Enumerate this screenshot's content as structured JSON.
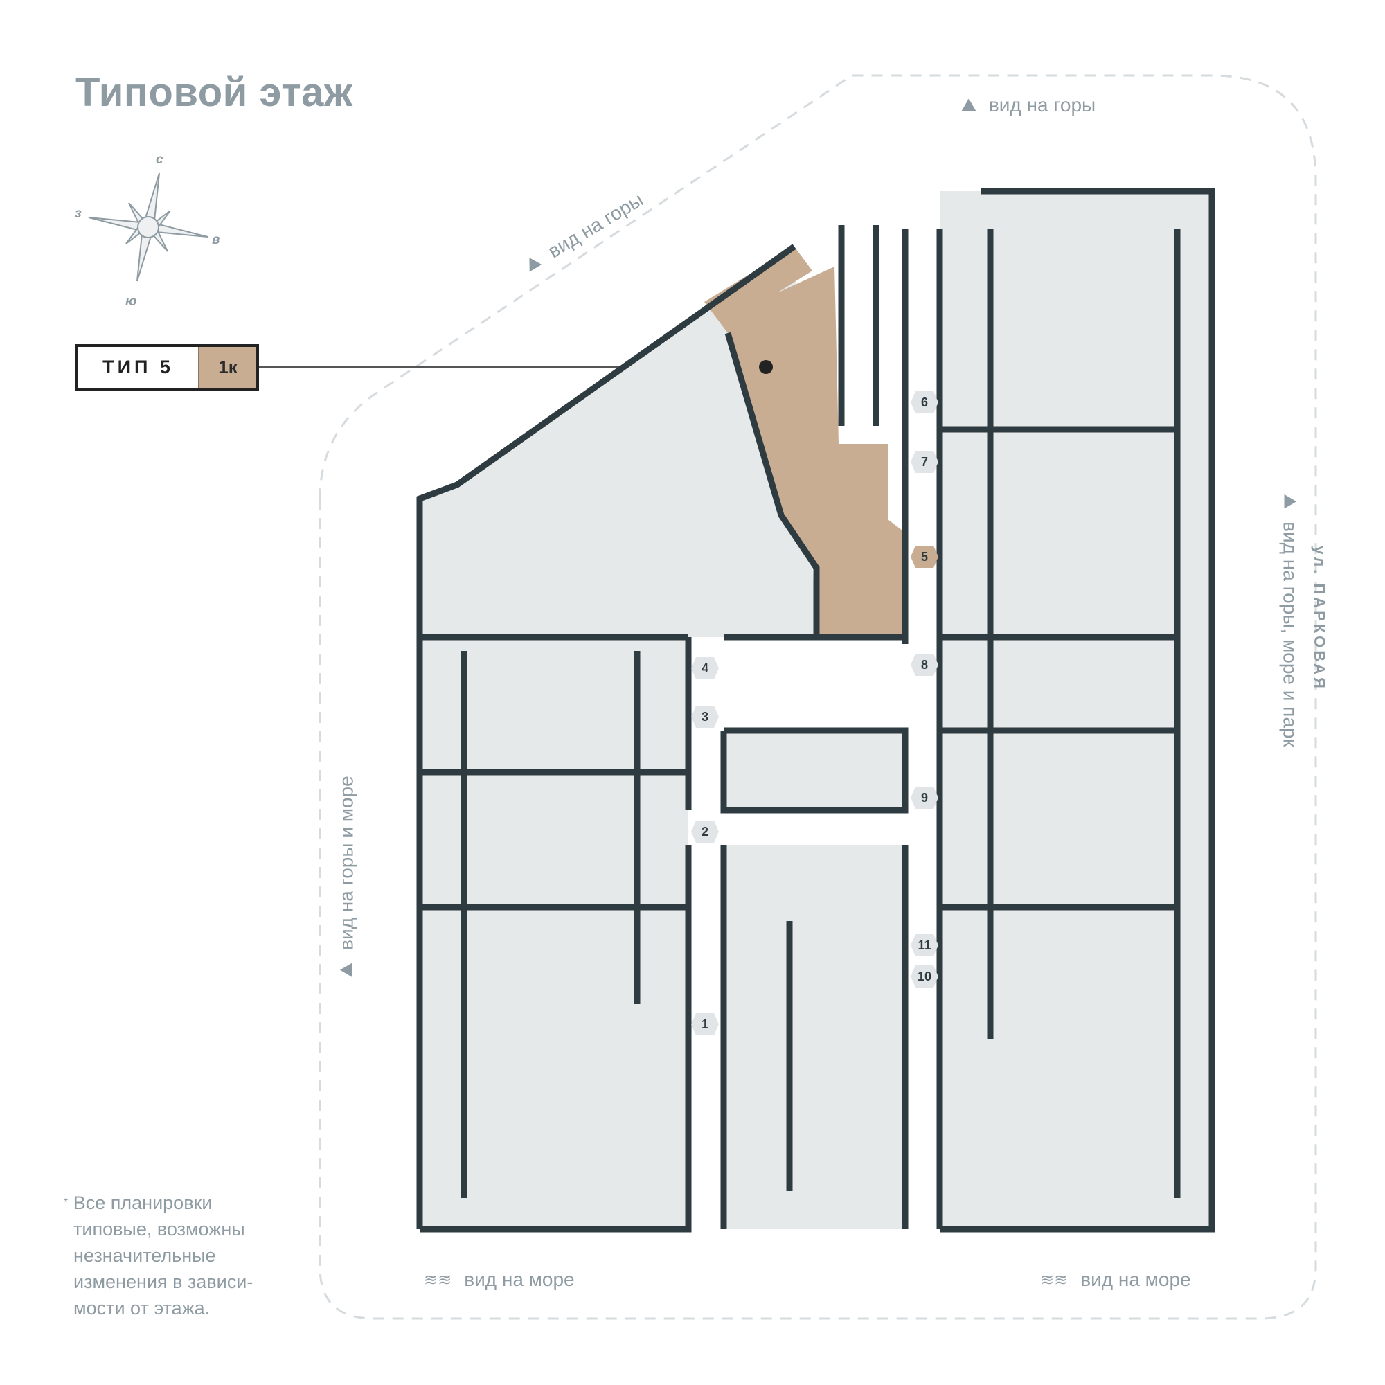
{
  "title": "Типовой этаж",
  "compass": {
    "north": "с",
    "south": "ю",
    "west": "з",
    "east": "в"
  },
  "apartment_type": {
    "label": "ТИП 5",
    "rooms": "1к"
  },
  "views": {
    "top": "вид на горы",
    "top_left": "вид на горы",
    "right": "вид на горы, море и парк",
    "left": "вид на горы и море",
    "bottom_left": "вид на море",
    "bottom_right": "вид на море"
  },
  "street": "ул. ПАРКОВАЯ",
  "footnote": {
    "marker": "*",
    "text": "Все планировки типовые, возможны незначительные изменения в зависи-мости от этажа."
  },
  "units": [
    {
      "number": "1",
      "highlighted": false
    },
    {
      "number": "2",
      "highlighted": false
    },
    {
      "number": "3",
      "highlighted": false
    },
    {
      "number": "4",
      "highlighted": false
    },
    {
      "number": "5",
      "highlighted": true
    },
    {
      "number": "6",
      "highlighted": false
    },
    {
      "number": "7",
      "highlighted": false
    },
    {
      "number": "8",
      "highlighted": false
    },
    {
      "number": "9",
      "highlighted": false
    },
    {
      "number": "10",
      "highlighted": false
    },
    {
      "number": "11",
      "highlighted": false
    }
  ],
  "colors": {
    "wall": "#2e3b40",
    "room": "#e6e9ea",
    "highlight": "#c9ad93",
    "accent": "#2aa69a",
    "text": "#8e9ba2"
  }
}
